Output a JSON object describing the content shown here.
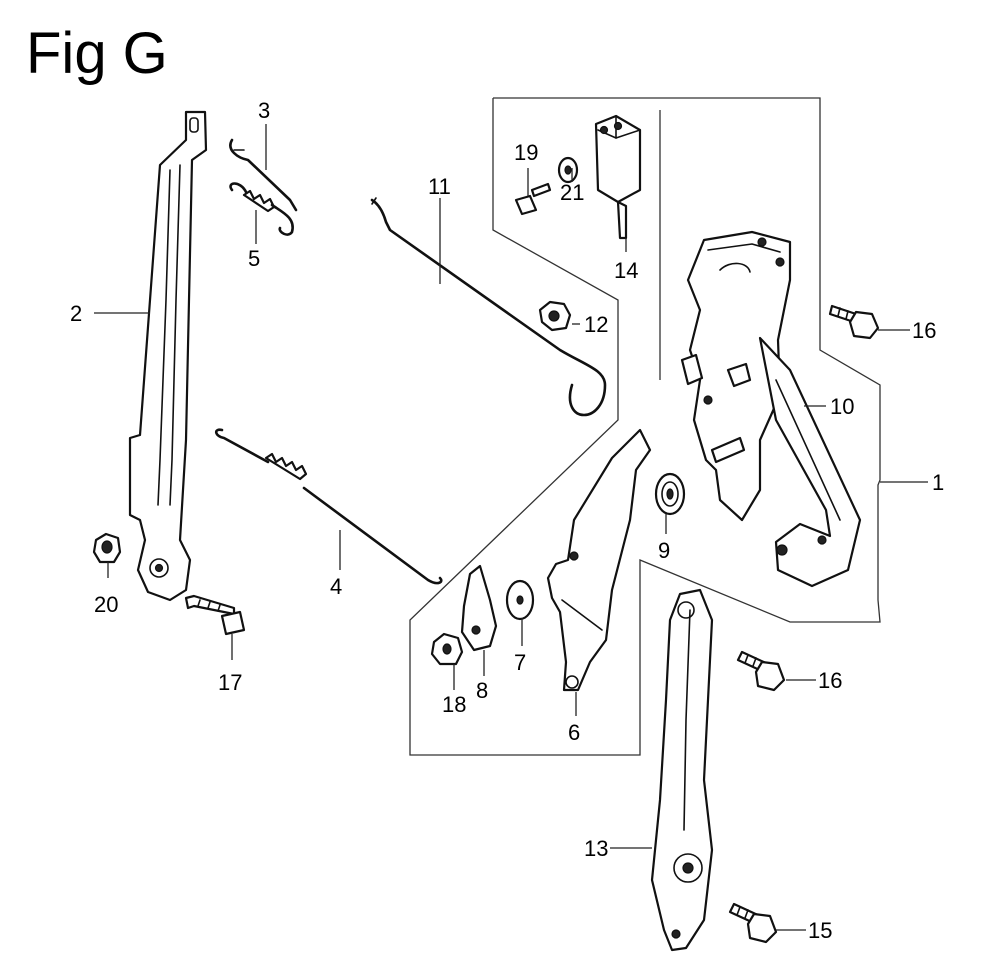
{
  "figure": {
    "title": "Fig G"
  },
  "parts": [
    {
      "id": "part-1",
      "label": "1"
    },
    {
      "id": "part-2",
      "label": "2"
    },
    {
      "id": "part-3",
      "label": "3"
    },
    {
      "id": "part-4",
      "label": "4"
    },
    {
      "id": "part-5",
      "label": "5"
    },
    {
      "id": "part-6",
      "label": "6"
    },
    {
      "id": "part-7",
      "label": "7"
    },
    {
      "id": "part-8",
      "label": "8"
    },
    {
      "id": "part-9",
      "label": "9"
    },
    {
      "id": "part-10",
      "label": "10"
    },
    {
      "id": "part-11",
      "label": "11"
    },
    {
      "id": "part-12",
      "label": "12"
    },
    {
      "id": "part-13",
      "label": "13"
    },
    {
      "id": "part-14",
      "label": "14"
    },
    {
      "id": "part-15",
      "label": "15"
    },
    {
      "id": "part-16a",
      "label": "16"
    },
    {
      "id": "part-16b",
      "label": "16"
    },
    {
      "id": "part-17",
      "label": "17"
    },
    {
      "id": "part-18",
      "label": "18"
    },
    {
      "id": "part-19",
      "label": "19"
    },
    {
      "id": "part-20",
      "label": "20"
    },
    {
      "id": "part-21",
      "label": "21"
    }
  ]
}
